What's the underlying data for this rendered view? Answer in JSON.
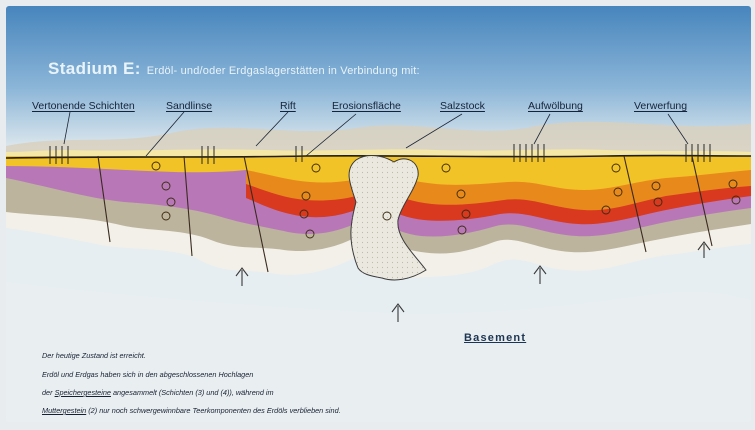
{
  "title": {
    "stage": "Stadium E:",
    "subtitle": "Erdöl- und/oder Erdgaslagerstätten in Verbindung mit:"
  },
  "labels": [
    "Vertonende Schichten",
    "Sandlinse",
    "Rift",
    "Erosionsfläche",
    "Salzstock",
    "Aufwölbung",
    "Verwerfung"
  ],
  "basement": "Basement",
  "caption": {
    "line1": "Der heutige Zustand ist erreicht.",
    "line2": "Erdöl und Erdgas haben sich in den abgeschlossenen Hochlagen",
    "line3_pre": "der",
    "line3_term": "Speichergesteine",
    "line3_post": "angesammelt (Schichten (3) und (4)), während im",
    "line4_term": "Muttergestein",
    "line4_post": "(2) nur noch schwergewinnbare Teerkomponenten des Erdöls verblieben sind."
  },
  "colors": {
    "sky": "#4e8ec2",
    "basement": "#e3edf2",
    "layer_top": "#f2c326",
    "layer_orange": "#e88a1d",
    "layer_red": "#d9371f",
    "layer_purple": "#b774b7",
    "layer_grey": "#bcb29d",
    "layer_white": "#f3f1ea",
    "salt_dome": "#ebe7de"
  }
}
